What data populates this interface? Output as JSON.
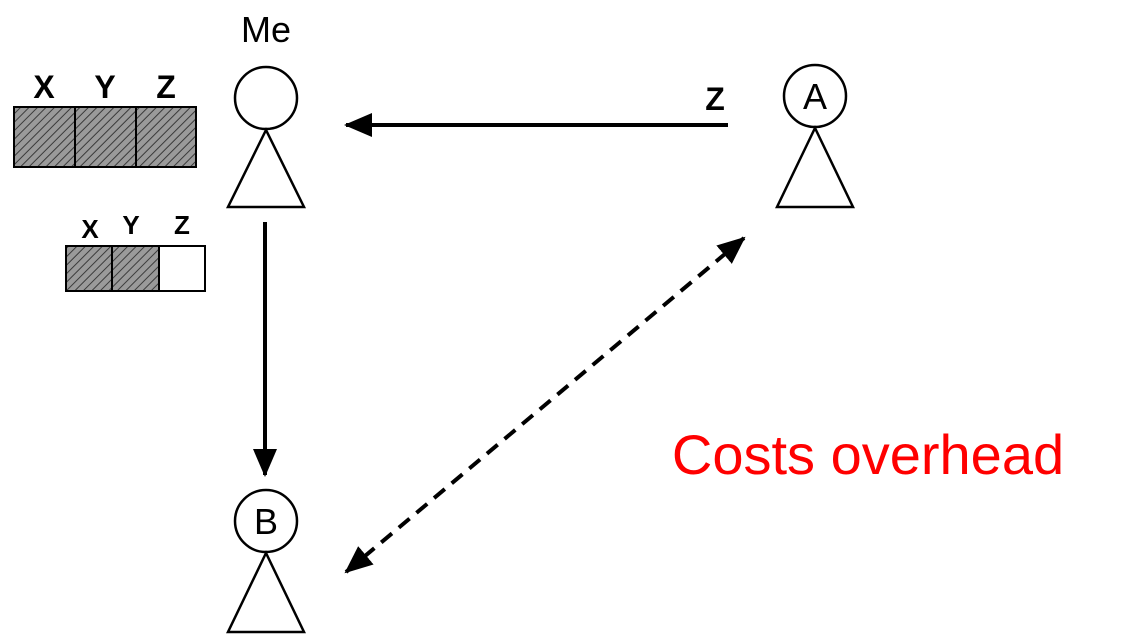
{
  "nodes": {
    "me": {
      "label": "Me"
    },
    "a": {
      "label": "A"
    },
    "b": {
      "label": "B"
    }
  },
  "blocks_large": {
    "labels": [
      "X",
      "Y",
      "Z"
    ],
    "filled": [
      true,
      true,
      true
    ]
  },
  "blocks_small": {
    "labels": [
      "X",
      "Y",
      "Z"
    ],
    "filled": [
      true,
      true,
      false
    ]
  },
  "arrow_a_to_me": {
    "label": "Z"
  },
  "overhead_text": "Costs overhead",
  "colors": {
    "line": "#000000",
    "overhead": "#ff0000",
    "hatch_fill": "#8c8c8c"
  }
}
